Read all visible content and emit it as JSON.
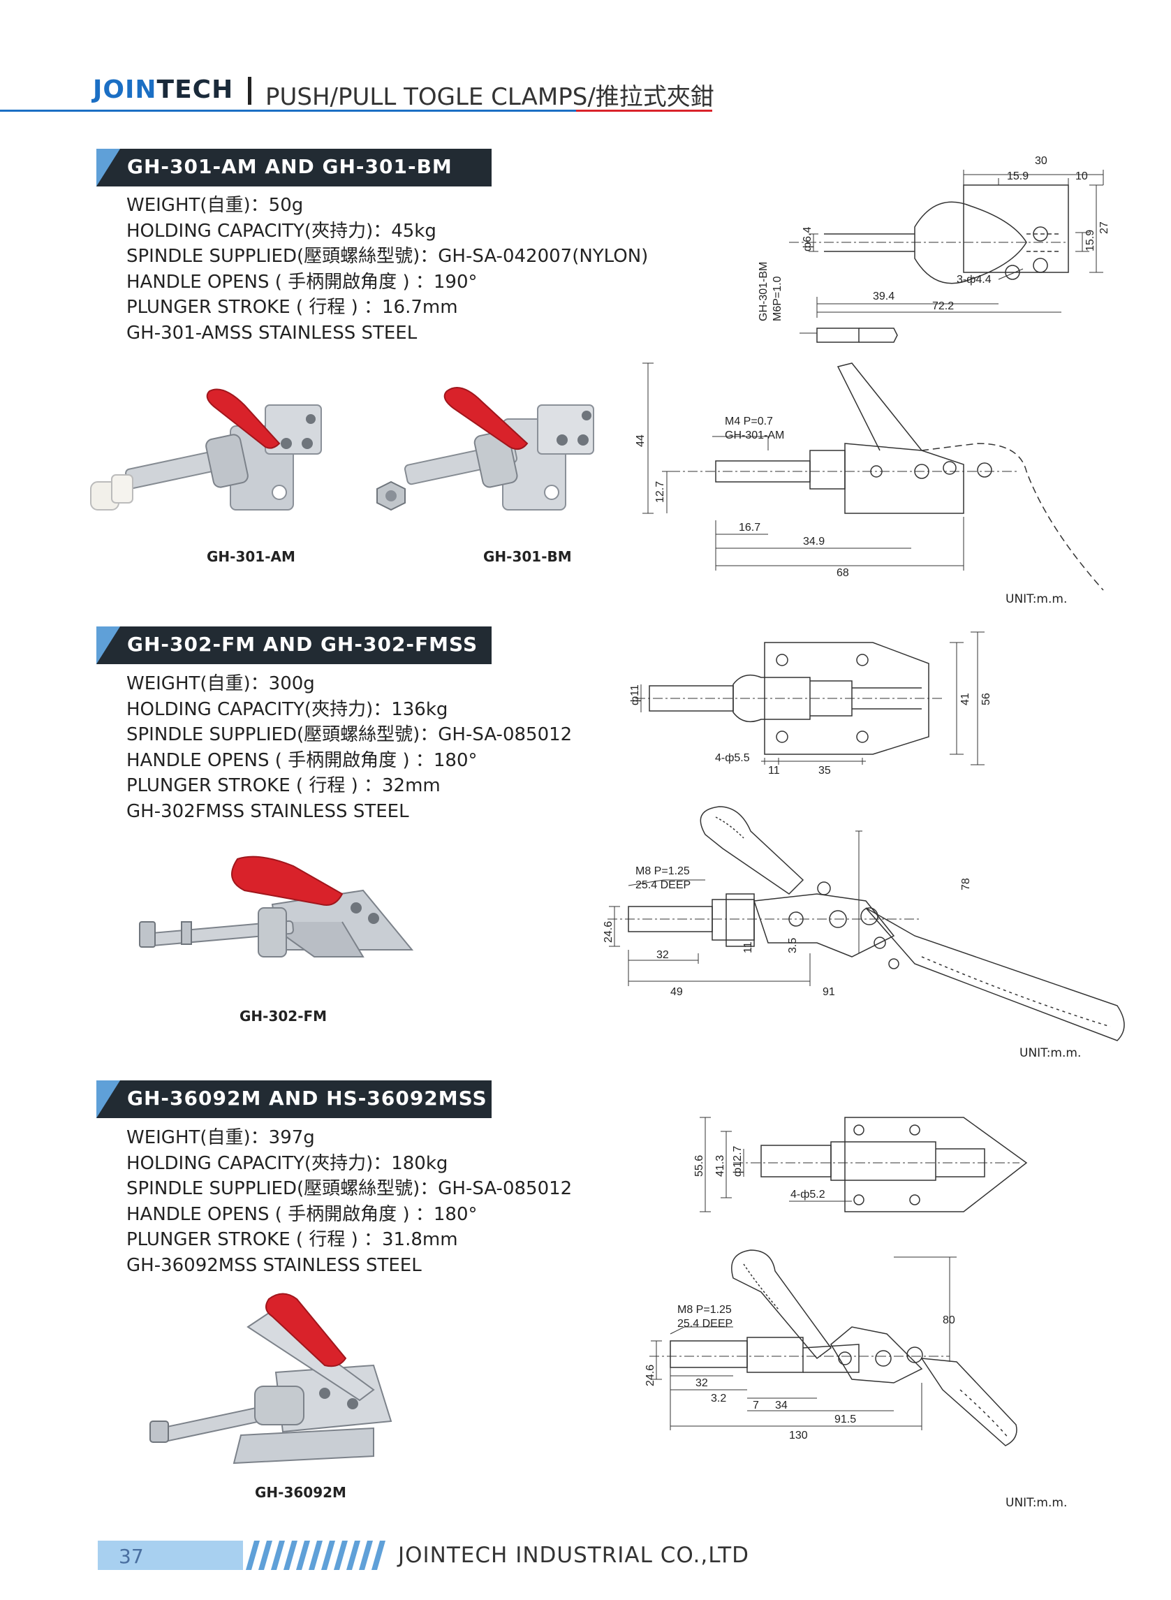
{
  "header": {
    "brand_a": "JOIN",
    "brand_b": "TECH",
    "title": "PUSH/PULL TOGLE CLAMPS/推拉式夾鉗"
  },
  "sections": [
    {
      "title": "GH-301-AM AND GH-301-BM",
      "specs": [
        "WEIGHT(自重)：50g",
        "HOLDING CAPACITY(夾持力)：45kg",
        "SPINDLE SUPPLIED(壓頭螺絲型號)：GH-SA-042007(NYLON)",
        "HANDLE OPENS ( 手柄開啟角度 ) ：190°",
        "PLUNGER STROKE ( 行程 ) ：16.7mm",
        "GH-301-AMSS STAINLESS STEEL"
      ],
      "photos": [
        "GH-301-AM",
        "GH-301-BM"
      ],
      "unit": "UNIT:m.m.",
      "dims_top": [
        "30",
        "15.9",
        "10",
        "ф6.4",
        "15.9",
        "27",
        "3-ф4.4",
        "39.4",
        "72.2",
        "GH-301-BM",
        "M6P=1.0"
      ],
      "dims_side": [
        "M4 P=0.7",
        "GH-301-AM",
        "44",
        "12.7",
        "16.7",
        "34.9",
        "68"
      ]
    },
    {
      "title": "GH-302-FM AND GH-302-FMSS",
      "specs": [
        "WEIGHT(自重)：300g",
        "HOLDING CAPACITY(夾持力)：136kg",
        "SPINDLE SUPPLIED(壓頭螺絲型號)：GH-SA-085012",
        "HANDLE OPENS ( 手柄開啟角度 ) ：180°",
        "PLUNGER STROKE ( 行程 ) ：32mm",
        "GH-302FMSS STAINLESS STEEL"
      ],
      "photos": [
        "GH-302-FM"
      ],
      "unit": "UNIT:m.m.",
      "dims_top": [
        "ф11",
        "41",
        "56",
        "4-ф5.5",
        "11",
        "35"
      ],
      "dims_side": [
        "M8 P=1.25",
        "25.4 DEEP",
        "78",
        "24.6",
        "11",
        "3.5",
        "32",
        "49",
        "91"
      ]
    },
    {
      "title": "GH-36092M AND HS-36092MSS",
      "specs": [
        "WEIGHT(自重)：397g",
        "HOLDING CAPACITY(夾持力)：180kg",
        "SPINDLE SUPPLIED(壓頭螺絲型號)：GH-SA-085012",
        "HANDLE OPENS ( 手柄開啟角度 ) ：180°",
        "PLUNGER STROKE ( 行程 ) ：31.8mm",
        "GH-36092MSS STAINLESS STEEL"
      ],
      "photos": [
        "GH-36092M"
      ],
      "unit": "UNIT:m.m.",
      "dims_top": [
        "55.6",
        "41.3",
        "ф12.7",
        "4-ф5.2"
      ],
      "dims_side": [
        "M8 P=1.25",
        "25.4 DEEP",
        "80",
        "24.6",
        "32",
        "3.2",
        "7",
        "34",
        "91.5",
        "130"
      ]
    }
  ],
  "footer": {
    "page_number": "37",
    "company": "JOINTECH INDUSTRIAL CO.,LTD"
  },
  "colors": {
    "brand_blue": "#1b6fc4",
    "banner_dark": "#222b33",
    "banner_accent": "#5fa0d8",
    "handle_red": "#d9222a"
  }
}
